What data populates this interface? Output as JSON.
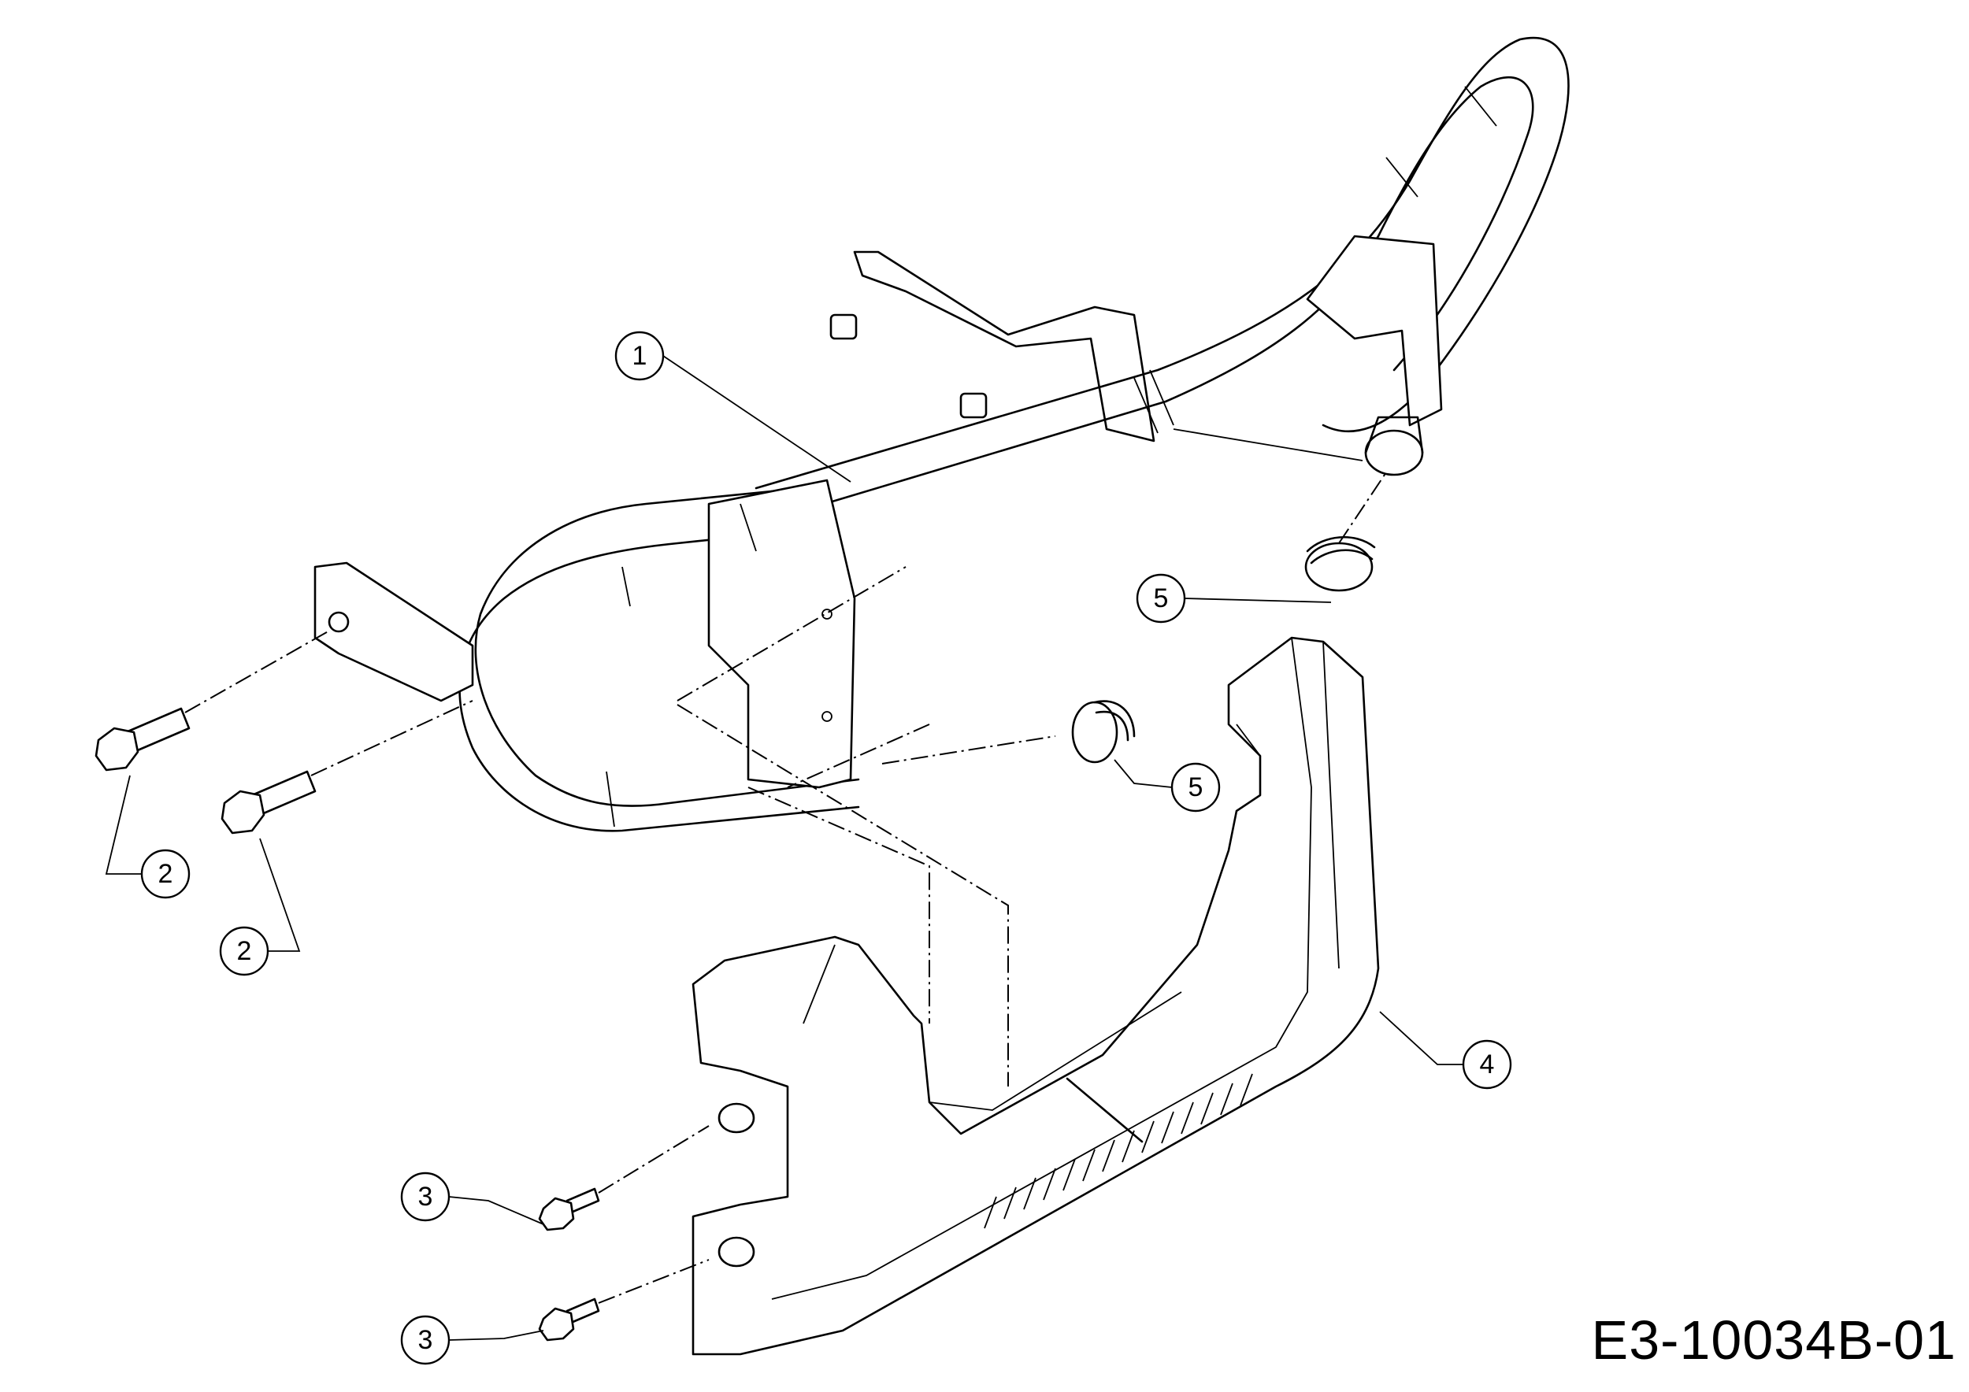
{
  "drawing_id": "E3-10034B-01",
  "callouts": [
    {
      "label": "1",
      "part": "bumper-frame"
    },
    {
      "label": "2",
      "part": "flange-bolt-left"
    },
    {
      "label": "2",
      "part": "flange-bolt-right"
    },
    {
      "label": "3",
      "part": "flange-screw-upper"
    },
    {
      "label": "3",
      "part": "flange-screw-lower"
    },
    {
      "label": "4",
      "part": "bumper-cover"
    },
    {
      "label": "5",
      "part": "end-plug-right"
    },
    {
      "label": "5",
      "part": "end-plug-center"
    }
  ]
}
